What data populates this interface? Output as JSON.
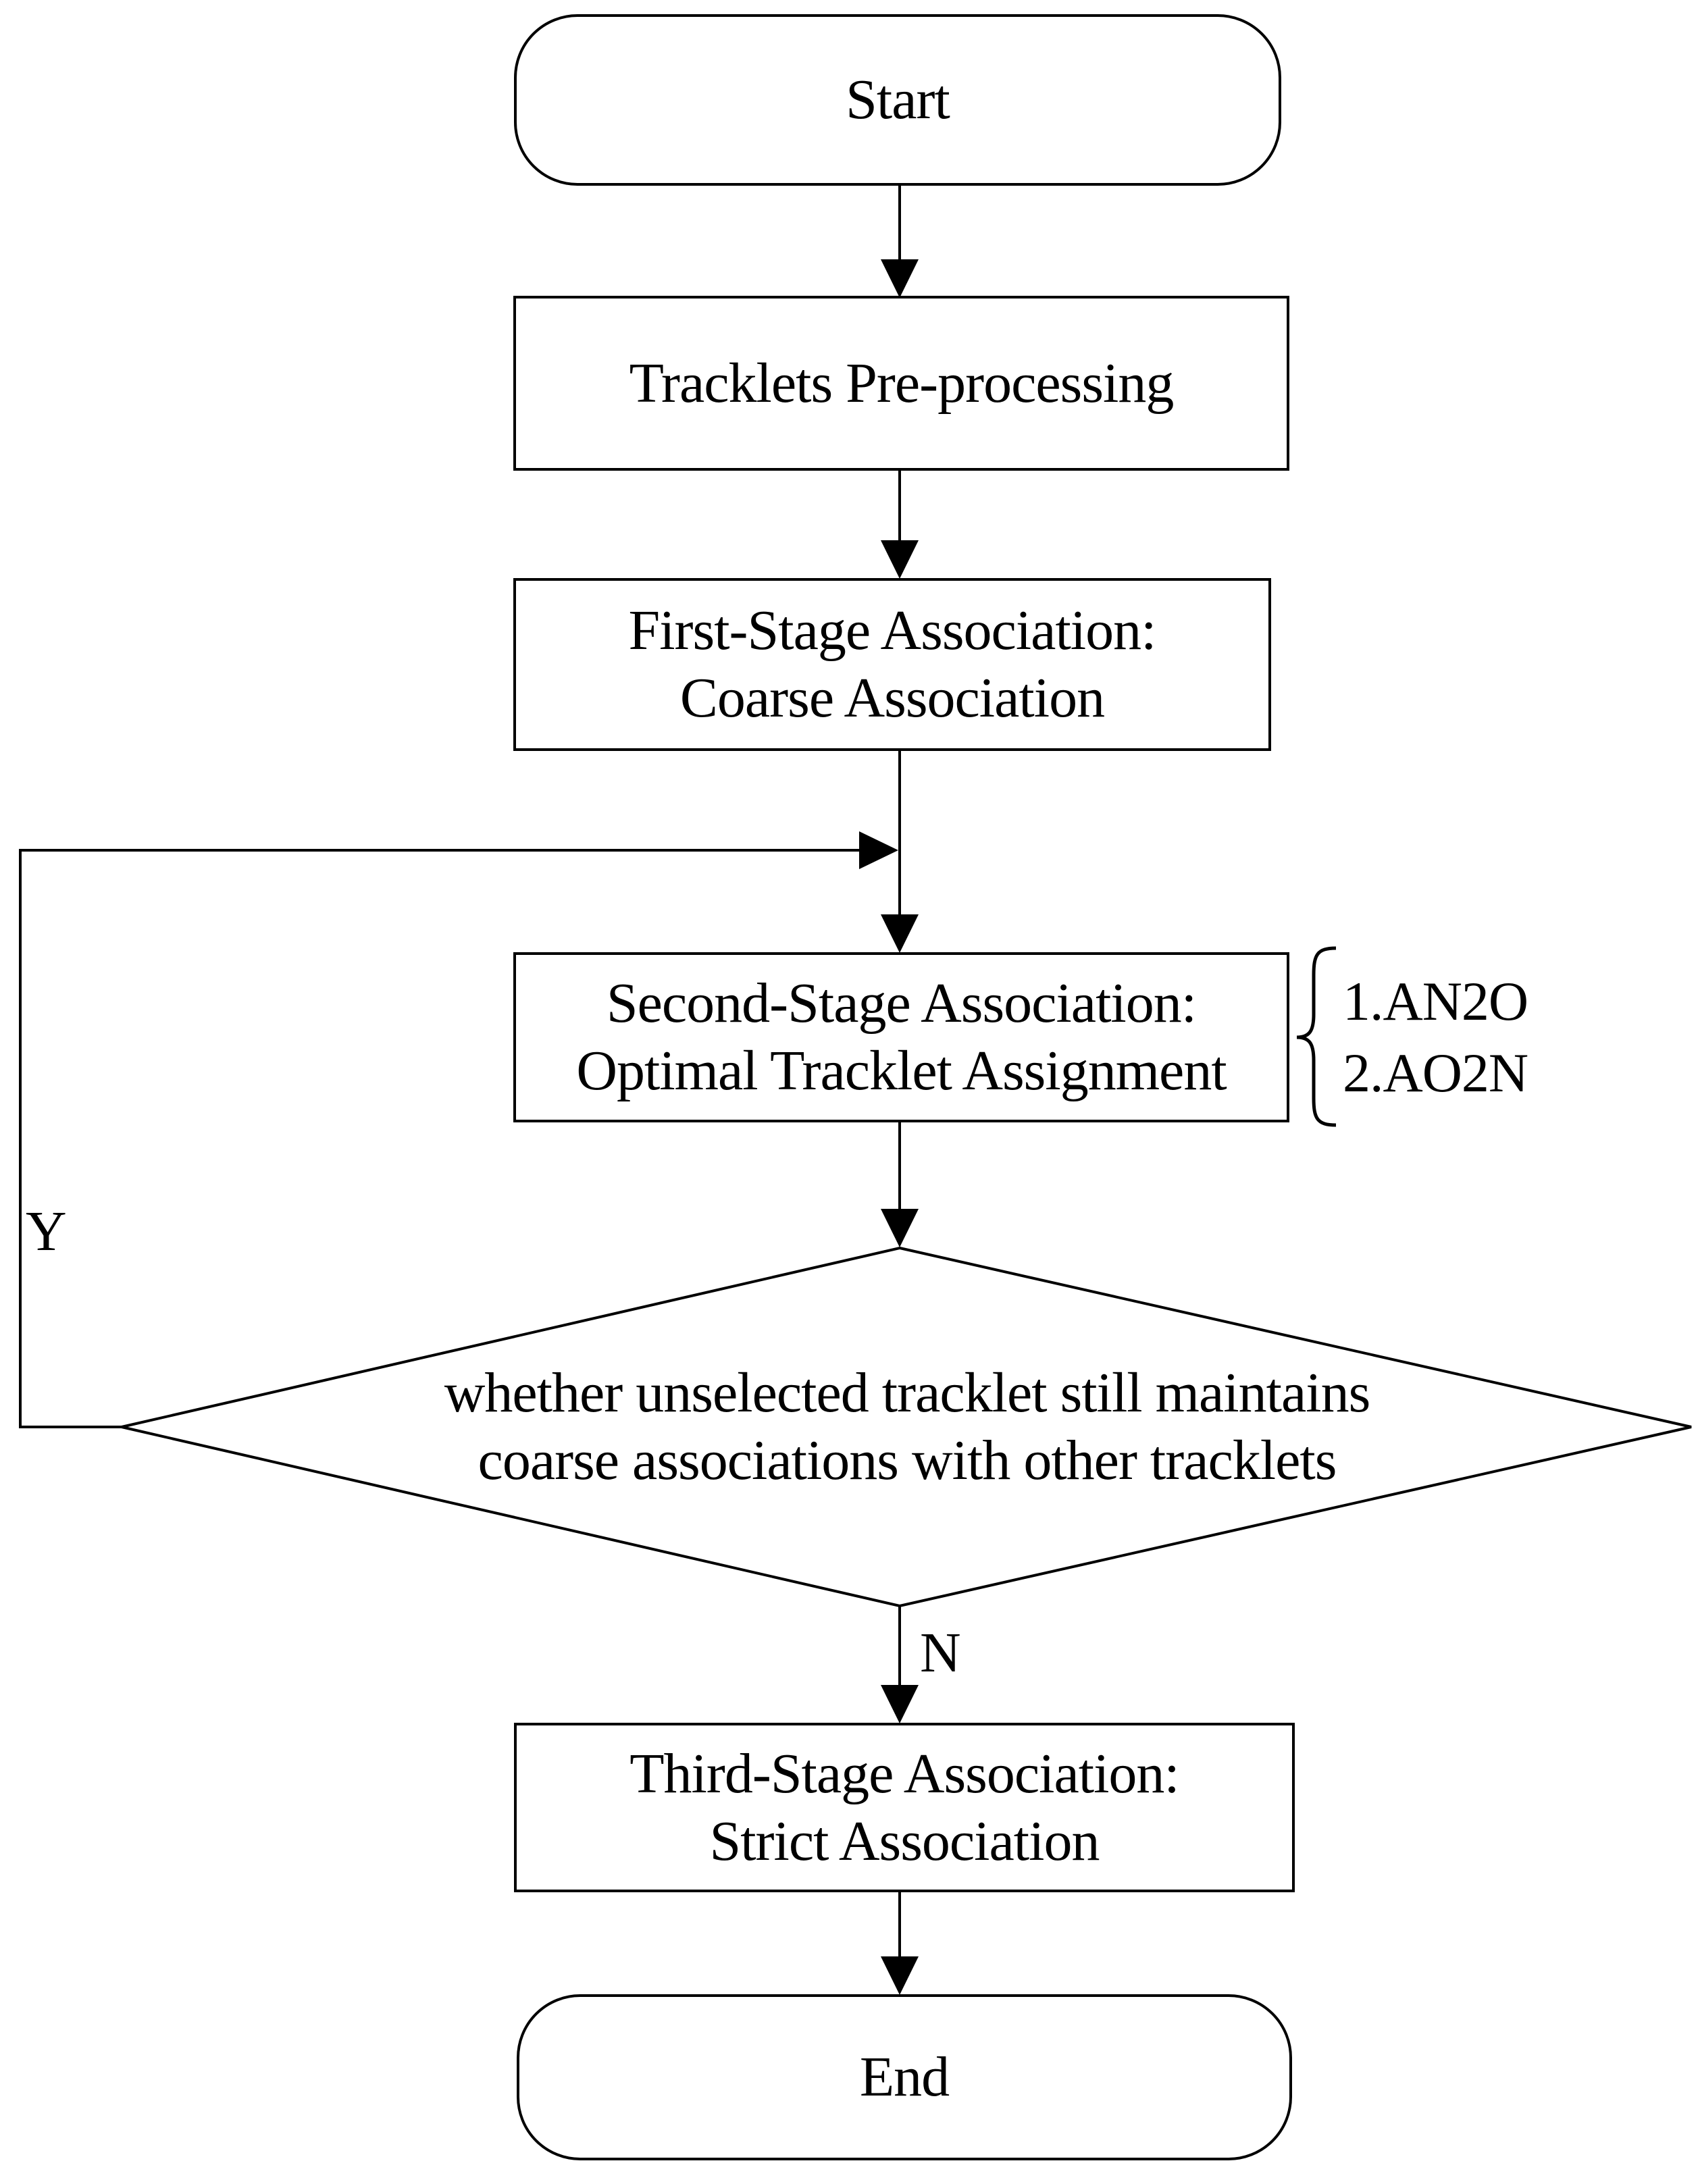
{
  "diagram": {
    "colors": {
      "stroke": "#000000",
      "background": "#ffffff"
    },
    "nodes": {
      "start": {
        "label": "Start"
      },
      "preprocessing": {
        "label": "Tracklets Pre-processing"
      },
      "first_stage": {
        "label": "First-Stage Association:\nCoarse Association"
      },
      "second_stage": {
        "label": "Second-Stage Association:\nOptimal Tracklet Assignment"
      },
      "decision": {
        "label": "whether unselected tracklet still maintains\ncoarse associations with other tracklets"
      },
      "third_stage": {
        "label": "Third-Stage Association:\nStrict Association"
      },
      "end": {
        "label": "End"
      }
    },
    "annotation": {
      "items": [
        "1.AN2O",
        "2.AO2N"
      ]
    },
    "edge_labels": {
      "yes": "Y",
      "no": "N"
    }
  }
}
